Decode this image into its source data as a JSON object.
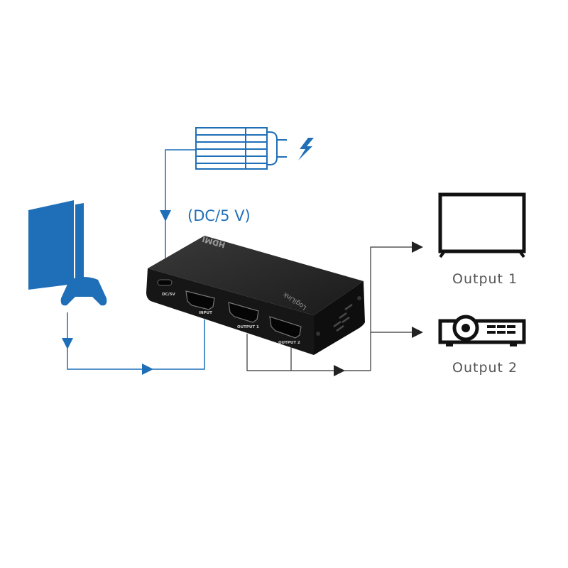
{
  "colors": {
    "blue": "#1f6fb8",
    "line_dark": "#333333",
    "device_body": "#1c1c1c",
    "device_top": "#2a2a2a",
    "label_grey": "#555555"
  },
  "power": {
    "label": "(DC/5 V)",
    "adapter_icon": "power-adapter-icon",
    "bolt_icon": "lightning-bolt-icon"
  },
  "source": {
    "console_icon": "game-console-icon",
    "controller_icon": "gamepad-icon"
  },
  "splitter": {
    "top_print": "HDMI",
    "brand": "LogiLink",
    "ports": {
      "dc": "DC/5V",
      "input": "INPUT",
      "output1": "OUTPUT 1",
      "output2": "OUTPUT 2"
    }
  },
  "outputs": [
    {
      "label": "Output 1",
      "icon": "tv-icon"
    },
    {
      "label": "Output 2",
      "icon": "projector-icon"
    }
  ]
}
